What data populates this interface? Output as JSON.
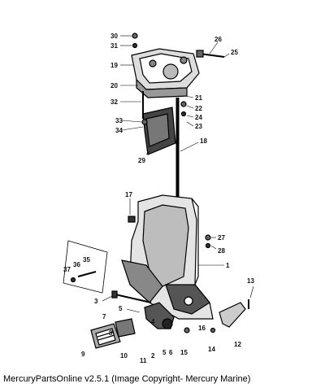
{
  "caption": "MercuryPartsOnline v2.5.1 (Image Copyright- Mercury Marine)",
  "callouts": [
    "30",
    "31",
    "19",
    "20",
    "32",
    "33",
    "34",
    "29",
    "26",
    "25",
    "21",
    "22",
    "24",
    "23",
    "18",
    "17",
    "27",
    "28",
    "1",
    "37",
    "36",
    "35",
    "3",
    "5",
    "7",
    "8",
    "9",
    "10",
    "11",
    "2",
    "5",
    "6",
    "4",
    "16",
    "15",
    "14",
    "13",
    "12"
  ]
}
